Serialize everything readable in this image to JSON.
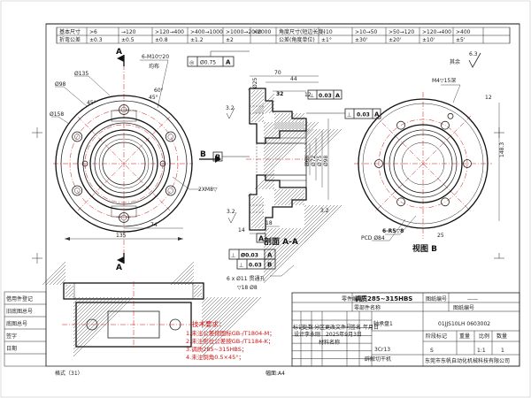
{
  "tolerance_table": {
    "row1": [
      "基本尺寸",
      ">6",
      "→120",
      ">120→400",
      ">400→1000",
      ">1000→2000",
      ">2000",
      "角度尺寸(短边长度)",
      "~10",
      ">10→50",
      ">50→120",
      ">120→400",
      ">400"
    ],
    "row2": [
      "折弯公差",
      "±0.3",
      "±0.5",
      "±0.8",
      "±1.2",
      "±2",
      "公差(角度单位)",
      "±1°",
      "±30'",
      "±20'",
      "±10'",
      "±5'"
    ]
  },
  "views": {
    "front": {
      "dims": [
        "Ø135",
        "Ø98",
        "Ø158",
        "45°",
        "60°",
        "45°",
        "135",
        "74"
      ],
      "thread_note": "6-M10▽20",
      "thread_note2": "均布",
      "section_letter": "A",
      "b_letter": "B",
      "tap_note": "2XM8▽"
    },
    "section": {
      "title": "剖面 A-A",
      "gdt_top": [
        "◎",
        "Ø0.75",
        "A"
      ],
      "gdt_perp": [
        "⊥",
        "0.03",
        "A"
      ],
      "gdt_perp2": [
        "⊥",
        "0.03",
        "A"
      ],
      "gdt_bottom1": [
        "⊥",
        "Ø0.03",
        "A"
      ],
      "gdt_bottom2": [
        "⊥",
        "0.03",
        "B"
      ],
      "datum_b": "B",
      "datum_a": "A",
      "dims": [
        "70",
        "44",
        "32",
        "12",
        "3.2",
        "Ø60",
        "Ø72",
        "Ø75",
        "Ø98",
        "14",
        "18",
        "3.2",
        "3.2",
        "Ø25"
      ],
      "hole_note": "6 x Ø11 贯通孔",
      "hole_note2": "▽18 Ø8"
    },
    "view_b": {
      "title": "视图 B",
      "thread": "M4▽15深",
      "dims": [
        "148.3",
        "12",
        "PCD Ø84",
        "6-R5▽8",
        "25"
      ]
    },
    "roughness": "6.3",
    "roughness_note": "其余"
  },
  "tech_notes": {
    "title": "技术要求：",
    "items": [
      "1.未注公差按国标GB-/T1804-M；",
      "2.未注形位公差按GB-/T1184-K；",
      "3.调质285~315HBS；",
      "4.未注倒角0.5×45°；"
    ]
  },
  "title_block": {
    "heat_treatment": "调质285~315HBS",
    "side_labels": [
      "借用件登记",
      "旧底图总号",
      "底图总号",
      "签字",
      "日期"
    ],
    "labels_small": [
      "标记",
      "处数",
      "分区",
      "更改文件号",
      "签名",
      "年月日"
    ],
    "designer_label": "设计",
    "designer": "李永刚",
    "date": "2025年9月3日",
    "material_label": "材料名称",
    "part_name": "轴承盘1",
    "drawing_no": "01JJS10LH 0603002",
    "material": "3Cr13",
    "stage_label": "阶段标记",
    "weight_label": "重量",
    "scale_label": "比例",
    "qty_label": "数量",
    "stage": "S",
    "scale": "1:1",
    "qty": "1",
    "product": "辟解切干机",
    "company": "东莞市东帆自动化机械科技有限公司",
    "drawing_title": "图纸编号",
    "part_label": "零部件名称",
    "material_code_label": "零件编号",
    "blank_dash": "——"
  },
  "footer": {
    "format": "格式（31）",
    "size": "幅面:A4"
  }
}
